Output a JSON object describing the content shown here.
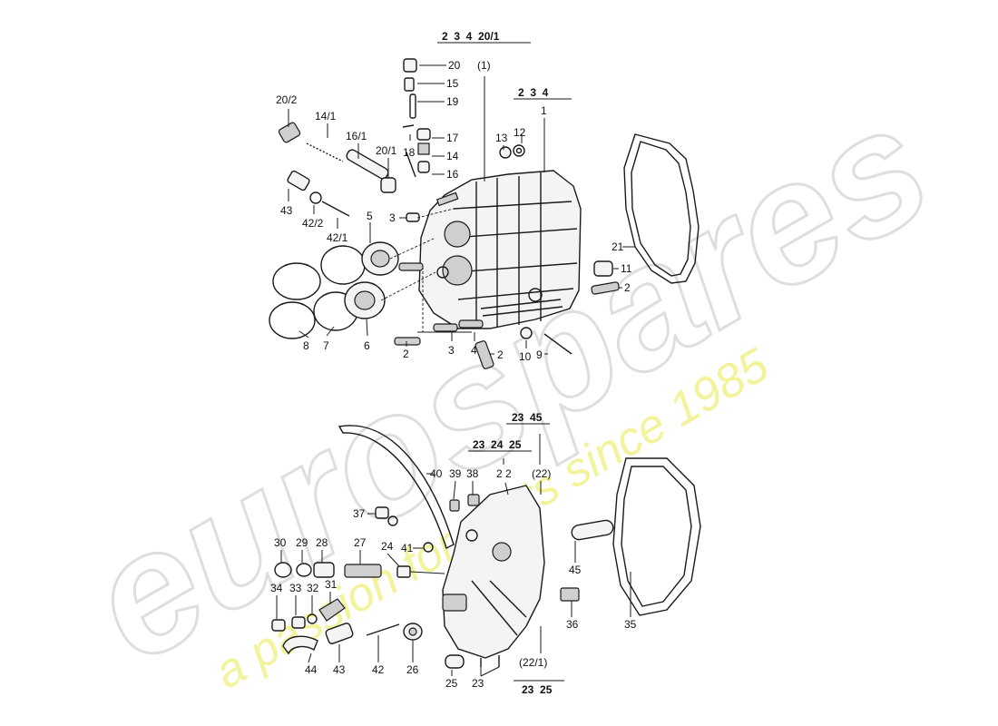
{
  "watermark": {
    "brand": "eurospares",
    "tagline": "a passion for parts since 1985"
  },
  "callouts": {
    "top_group_a": "2  3  4  20/1",
    "top_group_a_sub": "(1)",
    "top_group_b": "2  3  4",
    "top_group_b_sub": "1",
    "p20": "20",
    "p15": "15",
    "p19": "19",
    "p17": "17",
    "p14": "14",
    "p16": "16",
    "p18": "18",
    "p20_2": "20/2",
    "p14_1": "14/1",
    "p16_1": "16/1",
    "p20_1": "20/1",
    "p13": "13",
    "p12": "12",
    "p43a": "43",
    "p42_2": "42/2",
    "p42_1": "42/1",
    "p3a": "3",
    "p5": "5",
    "p21": "21",
    "p11": "11",
    "p2a": "2",
    "p8": "8",
    "p7": "7",
    "p6": "6",
    "p2b": "2",
    "p3b": "3",
    "p4": "4",
    "p2c": "2",
    "p10": "10",
    "p9": "9",
    "mid_group_a": "23  45",
    "mid_group_b": "23  24  25",
    "mid_group_b_sub": "2 2",
    "mid_group_b_paren": "(22)",
    "p40": "40",
    "p39": "39",
    "p38": "38",
    "p37": "37",
    "p41": "41",
    "p30": "30",
    "p29": "29",
    "p28": "28",
    "p27": "27",
    "p24": "24",
    "p34": "34",
    "p33": "33",
    "p32": "32",
    "p31": "31",
    "p45": "45",
    "p36": "36",
    "p35": "35",
    "p44": "44",
    "p43b": "43",
    "p42": "42",
    "p26": "26",
    "p25": "25",
    "p23": "23",
    "bottom_group_paren": "(22/1)",
    "bottom_group": "23  25"
  }
}
